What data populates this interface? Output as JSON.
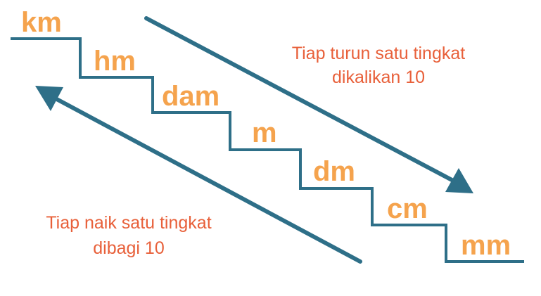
{
  "colors": {
    "stair_line": "#2E6F88",
    "arrow": "#2E6F88",
    "unit_label": "#F5A34D",
    "note_text": "#E8603A"
  },
  "units": [
    "km",
    "hm",
    "dam",
    "m",
    "dm",
    "cm",
    "mm"
  ],
  "notes": {
    "down_line1": "Tiap turun satu tingkat",
    "down_line2": "dikalikan 10",
    "up_line1": "Tiap naik satu tingkat",
    "up_line2": "dibagi 10"
  }
}
